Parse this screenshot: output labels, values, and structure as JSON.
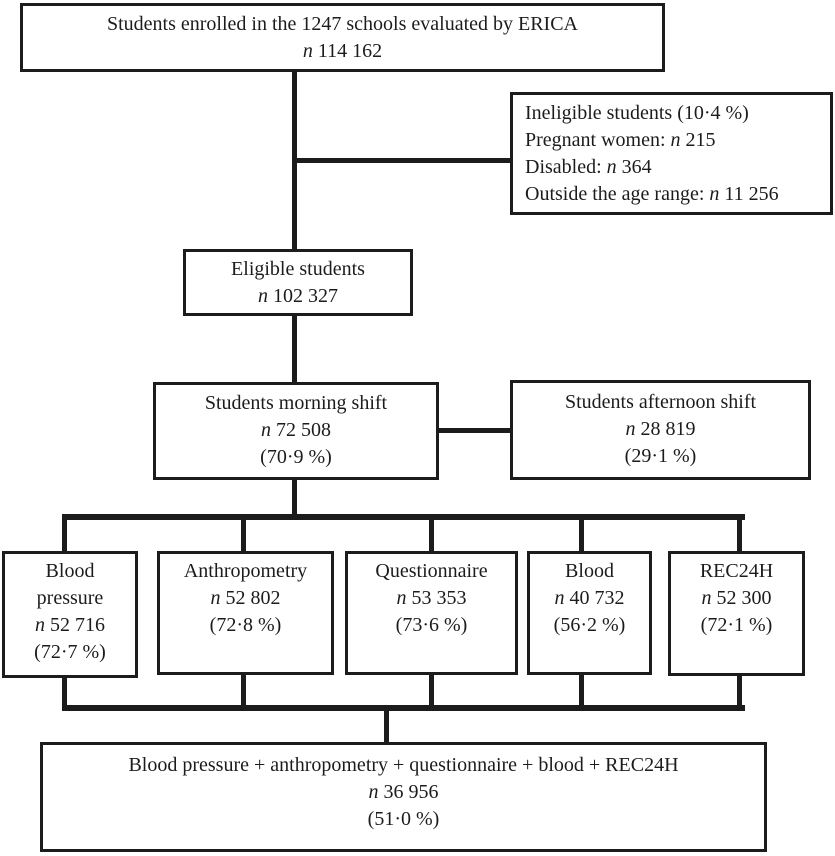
{
  "figure": "ERICA study enrollment flowchart",
  "n_symbol": "n",
  "colors": {
    "line": "#1c1c1c",
    "box_bg": "#ffffff",
    "text": "#1c1c1c"
  },
  "boxes": {
    "enrolled": {
      "title": "Students enrolled in the 1247 schools evaluated by ERICA",
      "n": "114 162"
    },
    "ineligible": {
      "title": "Ineligible students (10·4 %)",
      "items": [
        {
          "label": "Pregnant women:",
          "n": "215"
        },
        {
          "label": "Disabled:",
          "n": "364"
        },
        {
          "label": "Outside the age range:",
          "n": "11 256"
        }
      ]
    },
    "eligible": {
      "title": "Eligible students",
      "n": "102 327"
    },
    "morning": {
      "title": "Students morning shift",
      "n": "72 508",
      "pct": "(70·9 %)"
    },
    "afternoon": {
      "title": "Students afternoon shift",
      "n": "28 819",
      "pct": "(29·1 %)"
    },
    "blood_pressure": {
      "title_line1": "Blood",
      "title_line2": "pressure",
      "n": "52 716",
      "pct": "(72·7 %)"
    },
    "anthropometry": {
      "title": "Anthropometry",
      "n": "52 802",
      "pct": "(72·8 %)"
    },
    "questionnaire": {
      "title": "Questionnaire",
      "n": "53 353",
      "pct": "(73·6 %)"
    },
    "blood": {
      "title": "Blood",
      "n": "40 732",
      "pct": "(56·2 %)"
    },
    "rec24h": {
      "title": "REC24H",
      "n": "52 300",
      "pct": "(72·1 %)"
    },
    "combined": {
      "title": "Blood pressure + anthropometry + questionnaire + blood + REC24H",
      "n": "36 956",
      "pct": "(51·0 %)"
    }
  }
}
